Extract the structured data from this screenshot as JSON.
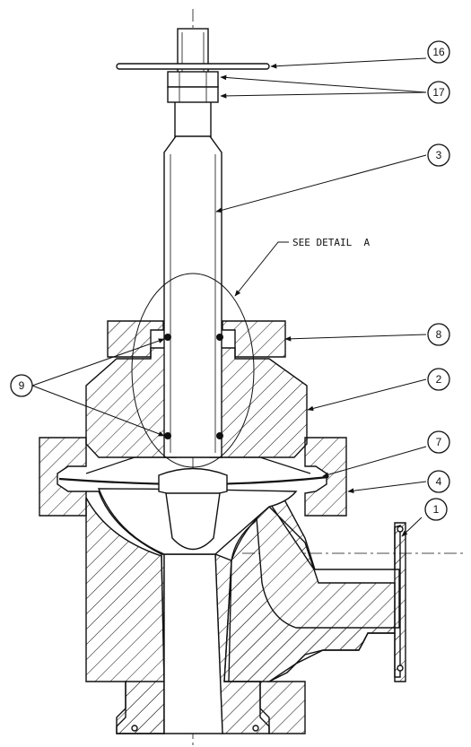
{
  "drawing": {
    "note": "SEE DETAIL  A",
    "balloons": {
      "b16": "16",
      "b17": "17",
      "b3": "3",
      "b8": "8",
      "b9": "9",
      "b2": "2",
      "b7": "7",
      "b4": "4",
      "b1": "1"
    },
    "colors": {
      "ink": "#111111",
      "paper": "#ffffff"
    }
  }
}
